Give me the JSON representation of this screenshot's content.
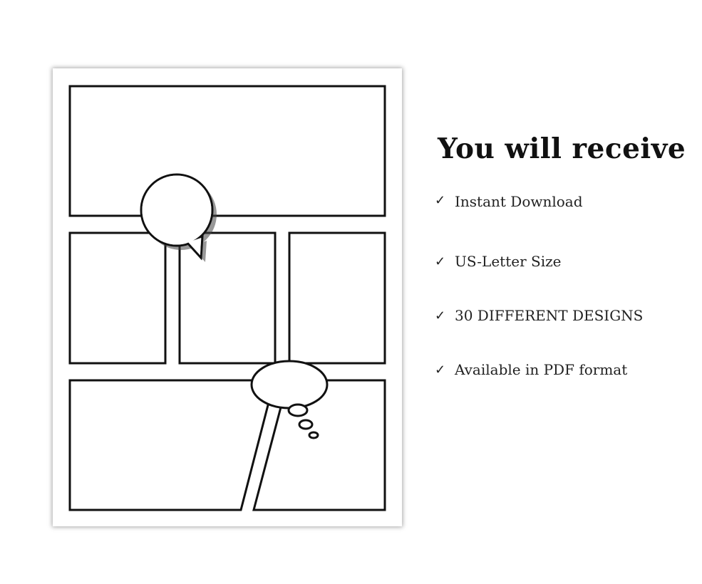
{
  "heading": "You will receive",
  "features": [
    {
      "icon": "check-icon",
      "text": "Instant Download"
    },
    {
      "icon": "check-icon",
      "text": "US-Letter Size"
    },
    {
      "icon": "check-icon",
      "text": "30 DIFFERENT DESIGNS"
    },
    {
      "icon": "check-icon",
      "text": "Available in PDF format"
    }
  ],
  "check_symbol": "✓",
  "colors": {
    "ink": "#111111",
    "paper": "#ffffff",
    "text": "#222222"
  }
}
